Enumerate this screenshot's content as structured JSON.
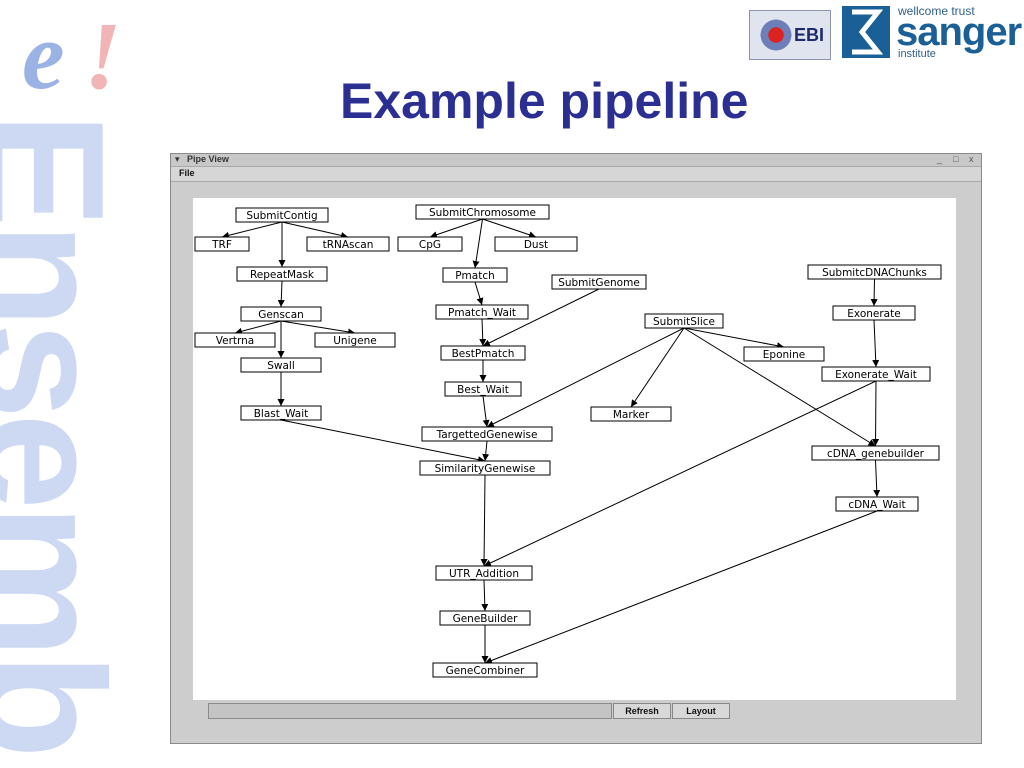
{
  "brand": {
    "e_letter": "e",
    "bang": "!",
    "vertical": "Ensembl"
  },
  "logos": {
    "ebi": "EBI",
    "sanger_top": "wellcome trust",
    "sanger_main": "sanger",
    "sanger_sub": "institute"
  },
  "title": "Example pipeline",
  "window": {
    "title": "Pipe View",
    "controls": [
      "_",
      "□",
      "x"
    ],
    "menu": [
      "File"
    ],
    "buttons": {
      "refresh": "Refresh",
      "layout": "Layout"
    },
    "status_text": ""
  },
  "pipeline": {
    "nodes": [
      {
        "id": "SubmitContig",
        "label": "SubmitContig"
      },
      {
        "id": "TRF",
        "label": "TRF"
      },
      {
        "id": "tRNAscan",
        "label": "tRNAscan"
      },
      {
        "id": "RepeatMask",
        "label": "RepeatMask"
      },
      {
        "id": "Genscan",
        "label": "Genscan"
      },
      {
        "id": "Vertrna",
        "label": "Vertrna"
      },
      {
        "id": "Unigene",
        "label": "Unigene"
      },
      {
        "id": "Swall",
        "label": "Swall"
      },
      {
        "id": "Blast_Wait",
        "label": "Blast_Wait"
      },
      {
        "id": "SubmitChromosome",
        "label": "SubmitChromosome"
      },
      {
        "id": "CpG",
        "label": "CpG"
      },
      {
        "id": "Dust",
        "label": "Dust"
      },
      {
        "id": "Pmatch",
        "label": "Pmatch"
      },
      {
        "id": "SubmitGenome",
        "label": "SubmitGenome"
      },
      {
        "id": "Pmatch_Wait",
        "label": "Pmatch_Wait"
      },
      {
        "id": "BestPmatch",
        "label": "BestPmatch"
      },
      {
        "id": "Best_Wait",
        "label": "Best_Wait"
      },
      {
        "id": "TargettedGenewise",
        "label": "TargettedGenewise"
      },
      {
        "id": "SimilarityGenewise",
        "label": "SimilarityGenewise"
      },
      {
        "id": "SubmitSlice",
        "label": "SubmitSlice"
      },
      {
        "id": "Eponine",
        "label": "Eponine"
      },
      {
        "id": "Marker",
        "label": "Marker"
      },
      {
        "id": "SubmitcDNAChunks",
        "label": "SubmitcDNAChunks"
      },
      {
        "id": "Exonerate",
        "label": "Exonerate"
      },
      {
        "id": "Exonerate_Wait",
        "label": "Exonerate_Wait"
      },
      {
        "id": "cDNA_genebuilder",
        "label": "cDNA_genebuilder"
      },
      {
        "id": "cDNA_Wait",
        "label": "cDNA_Wait"
      },
      {
        "id": "UTR_Addition",
        "label": "UTR_Addition"
      },
      {
        "id": "GeneBuilder",
        "label": "GeneBuilder"
      },
      {
        "id": "GeneCombiner",
        "label": "GeneCombiner"
      }
    ],
    "edges": [
      [
        "SubmitContig",
        "TRF"
      ],
      [
        "SubmitContig",
        "tRNAscan"
      ],
      [
        "SubmitContig",
        "RepeatMask"
      ],
      [
        "RepeatMask",
        "Genscan"
      ],
      [
        "Genscan",
        "Vertrna"
      ],
      [
        "Genscan",
        "Unigene"
      ],
      [
        "Genscan",
        "Swall"
      ],
      [
        "Swall",
        "Blast_Wait"
      ],
      [
        "Blast_Wait",
        "SimilarityGenewise"
      ],
      [
        "SubmitChromosome",
        "CpG"
      ],
      [
        "SubmitChromosome",
        "Dust"
      ],
      [
        "SubmitChromosome",
        "Pmatch"
      ],
      [
        "Pmatch",
        "Pmatch_Wait"
      ],
      [
        "Pmatch_Wait",
        "BestPmatch"
      ],
      [
        "SubmitGenome",
        "BestPmatch"
      ],
      [
        "BestPmatch",
        "Best_Wait"
      ],
      [
        "Best_Wait",
        "TargettedGenewise"
      ],
      [
        "TargettedGenewise",
        "SimilarityGenewise"
      ],
      [
        "SimilarityGenewise",
        "UTR_Addition"
      ],
      [
        "SubmitSlice",
        "Eponine"
      ],
      [
        "SubmitSlice",
        "Marker"
      ],
      [
        "SubmitSlice",
        "TargettedGenewise"
      ],
      [
        "SubmitSlice",
        "cDNA_genebuilder"
      ],
      [
        "SubmitcDNAChunks",
        "Exonerate"
      ],
      [
        "Exonerate",
        "Exonerate_Wait"
      ],
      [
        "Exonerate_Wait",
        "cDNA_genebuilder"
      ],
      [
        "Exonerate_Wait",
        "UTR_Addition"
      ],
      [
        "cDNA_genebuilder",
        "cDNA_Wait"
      ],
      [
        "cDNA_Wait",
        "GeneCombiner"
      ],
      [
        "UTR_Addition",
        "GeneBuilder"
      ],
      [
        "GeneBuilder",
        "GeneCombiner"
      ]
    ]
  }
}
